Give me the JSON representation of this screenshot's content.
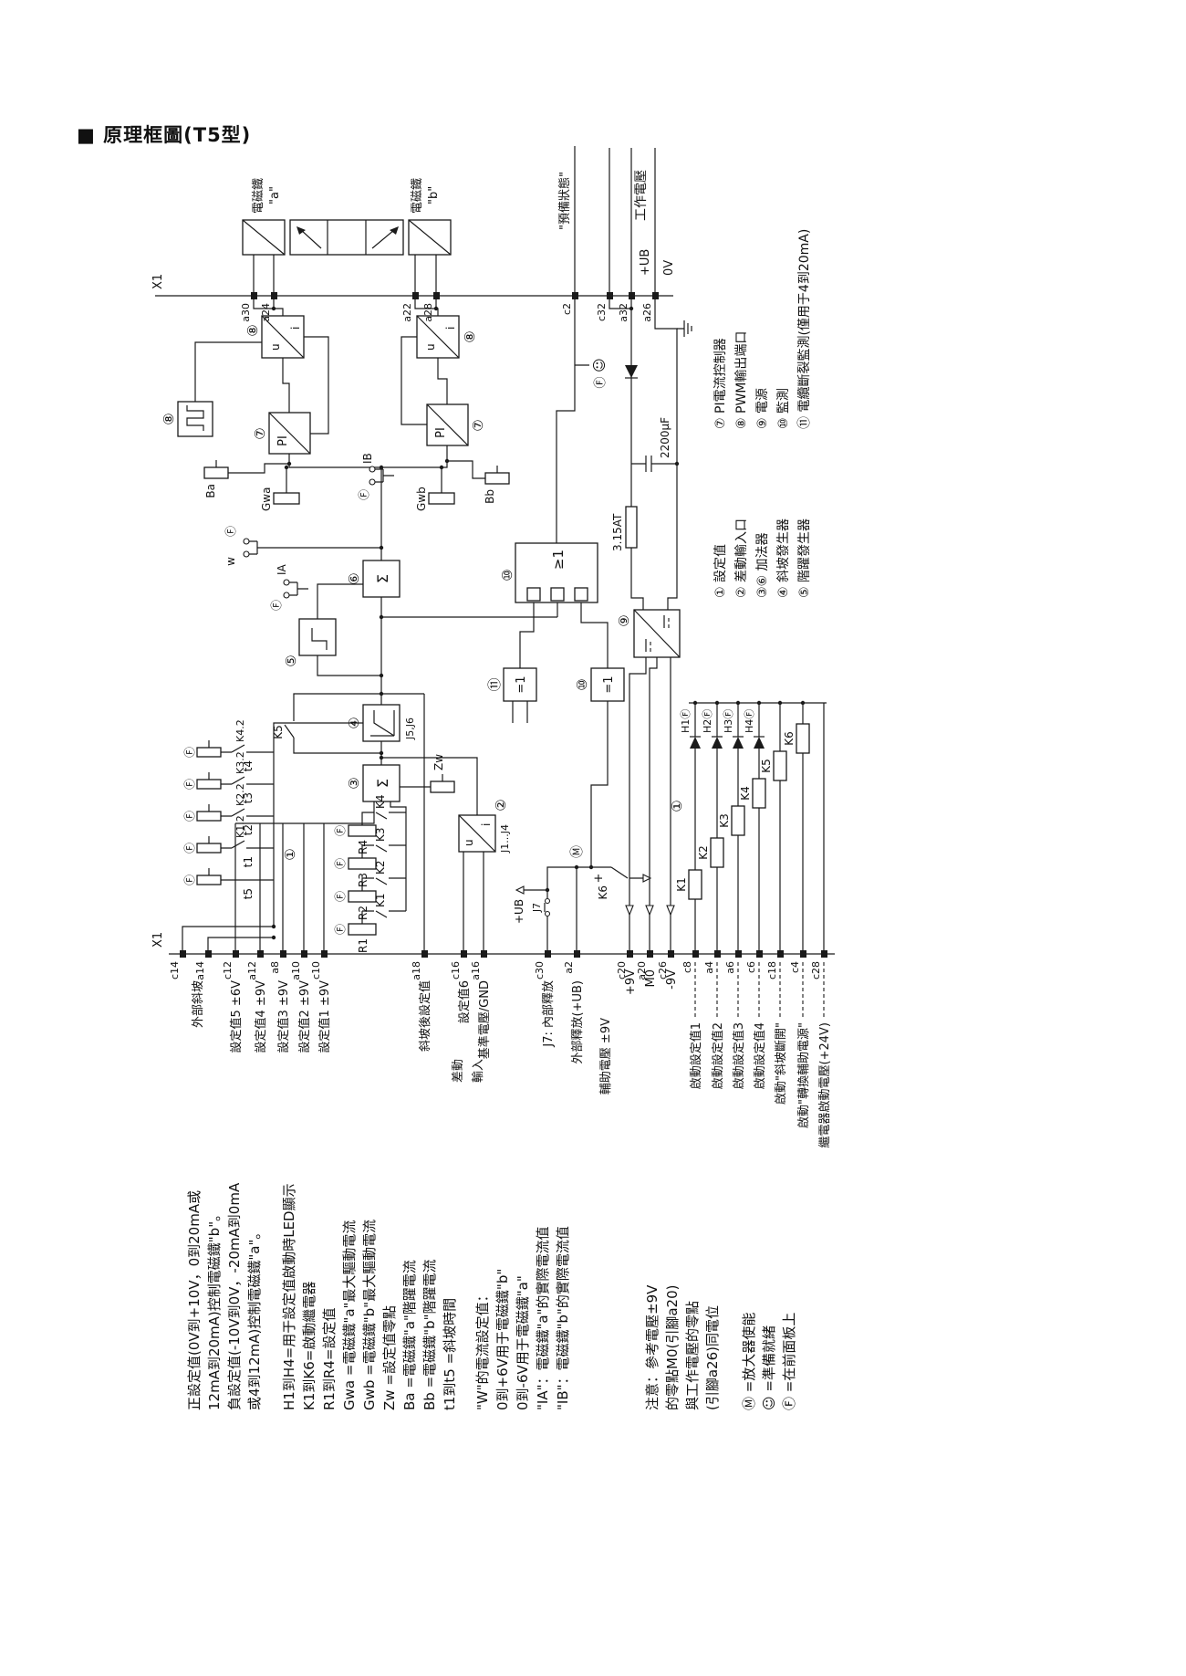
{
  "page": {
    "title": "■ 原理框圖(T5型)"
  },
  "connector": {
    "label": "X1"
  },
  "pins_left": [
    "c14",
    "a14",
    "c12",
    "a12",
    "a8",
    "a10",
    "c10",
    "a18",
    "c16",
    "a16",
    "c30",
    "a2",
    "c20",
    "a20",
    "c26",
    "c8",
    "a4",
    "a6",
    "c6",
    "c18",
    "c4",
    "c28"
  ],
  "pins_right": [
    "a30",
    "a24",
    "a22",
    "a28",
    "c2",
    "c32",
    "a32",
    "a26"
  ],
  "signals_left": [
    "外部斜坡",
    "設定值5 ±6V",
    "設定值4 ±9V",
    "設定值3 ±9V",
    "設定值2 ±9V",
    "設定值1 ±9V",
    "斜坡後設定值",
    "設定值6",
    "基準電壓/GND",
    "J7: 內部釋放",
    "外部釋放(+UB)",
    "+9V",
    "M0",
    "-9V",
    "啟動設定值1",
    "啟動設定值2",
    "啟動設定值3",
    "啟動設定值4",
    "啟動\"斜坡斷開\"",
    "啟動\"轉換輔助電源\"",
    "繼電器啟動電壓(+24V)"
  ],
  "signals_extra": {
    "diff1": "差動",
    "diff2": "輸入",
    "aux": "輔助電壓 ±9V"
  },
  "signals_right": {
    "sol_a1": "電磁鐵",
    "sol_a2": "\"a\"",
    "sol_b1": "電磁鐵",
    "sol_b2": "\"b\"",
    "ready": "\"預備狀態\"",
    "work": "工作電壓",
    "ub": "+UB",
    "zero": "0V"
  },
  "blocks": {
    "pi": "PI",
    "sum": "Σ",
    "or": "≥1",
    "xor": "=1",
    "u": "u",
    "i": "i"
  },
  "parts": {
    "gwa": "Gwa",
    "gwb": "Gwb",
    "zw": "Zw",
    "ba": "Ba",
    "bb": "Bb",
    "w": "w",
    "ia": "IA",
    "ib": "IB",
    "r1": "R1",
    "r2": "R2",
    "r3": "R3",
    "r4": "R4",
    "k1": "K1",
    "k2": "K2",
    "k3": "K3",
    "k4": "K4",
    "k5": "K5",
    "k6": "K6",
    "k12": "K1.2",
    "k22": "K2.2",
    "k32": "K3.2",
    "k42": "K4.2",
    "t1": "t1",
    "t2": "t2",
    "t3": "t3",
    "t4": "t4",
    "t5": "t5",
    "h1": "H1Ⓕ",
    "h2": "H2Ⓕ",
    "h3": "H3Ⓕ",
    "h4": "H4Ⓕ",
    "j14": "J1...J4",
    "j56": "J5,J6",
    "j7": "J7",
    "cap": "2200μF",
    "fuse": "3.15AT",
    "ub": "+UB",
    "plus": "+"
  },
  "marks": {
    "front": "Ⓕ",
    "enable": "Ⓜ",
    "ready": "☺",
    "n1": "①",
    "n2": "②",
    "n3": "③",
    "n4": "④",
    "n5": "⑤",
    "n6": "⑥",
    "n7": "⑦",
    "n8": "⑧",
    "n9": "⑨",
    "n10": "⑩",
    "n11": "⑪"
  },
  "legend": [
    "① 設定值",
    "② 差動輸入口",
    "③⑥ 加法器",
    "④ 斜坡發生器",
    "⑤ 階躍發生器",
    "⑦ PI電流控制器",
    "⑧ PWM輸出端口",
    "⑨ 電源",
    "⑩ 監測",
    "⑪ 電纜斷裂監測(僅用于4到20mA)"
  ],
  "notes": [
    "正設定值(0V到+10V，0到20mA或",
    "12mA到20mA)控制電磁鐵\"b\"。",
    "負設定值(-10V到0V，-20mA到0mA",
    "或4到12mA)控制電磁鐵\"a\"。",
    "H1到H4=用于設定值啟動時LED顯示",
    "K1到K6=啟動繼電器",
    "R1到R4=設定值",
    "Gwa =電磁鐵\"a\"最大驅動電流",
    "Gwb =電磁鐵\"b\"最大驅動電流",
    "Zw =設定值零點",
    "Ba =電磁鐵\"a\"階躍電流",
    "Bb =電磁鐵\"b\"階躍電流",
    "t1到t5 =斜坡時間",
    "\"W\"的電流設定值：",
    "0到+6V用于電磁鐵\"b\"",
    "0到-6V用于電磁鐵\"a\"",
    "\"IA\"：電磁鐵\"a\"的實際電流值",
    "\"IB\"：電磁鐵\"b\"的實際電流值",
    "注意：參考電壓±9V",
    "的零點M0(引腳a20)",
    "與工作電壓的零點",
    "(引腳a26)同電位",
    "Ⓜ =放大器使能",
    "☺ =準備就緒",
    "Ⓕ =在前面板上"
  ]
}
